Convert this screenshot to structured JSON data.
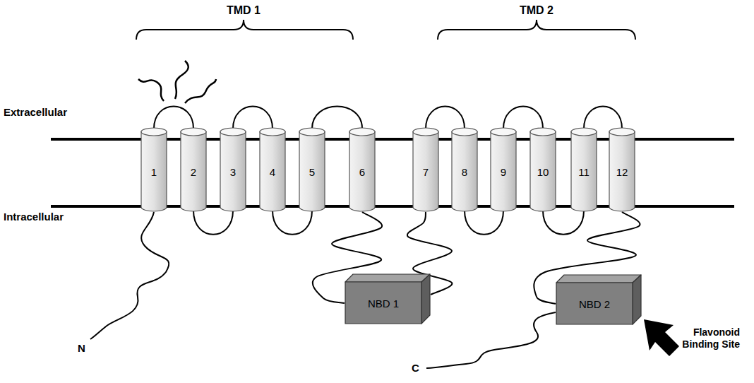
{
  "diagram": {
    "nodes": [
      {
        "text": [
          "1"
        ]
      },
      {
        "text": [
          "2"
        ]
      },
      {
        "text": [
          "3"
        ]
      },
      {
        "text": [
          "4"
        ]
      },
      {
        "text": [
          "5"
        ]
      },
      {
        "text": [
          "6"
        ]
      },
      {
        "text": [
          "7"
        ]
      },
      {
        "text": [
          "8"
        ]
      },
      {
        "text": [
          "9"
        ]
      },
      {
        "text": [
          "10"
        ]
      },
      {
        "text": [
          "11"
        ]
      },
      {
        "text": [
          "12"
        ]
      },
      {
        "text": [
          "NBD 1"
        ]
      },
      {
        "text": [
          "NBD 2"
        ]
      }
    ],
    "edges": [
      {
        "from": 0,
        "to": 1,
        "arrow": "none"
      },
      {
        "from": 1,
        "to": 2,
        "arrow": "none"
      },
      {
        "from": 2,
        "to": 3,
        "arrow": "none"
      },
      {
        "from": 3,
        "to": 4,
        "arrow": "none"
      },
      {
        "from": 4,
        "to": 5,
        "arrow": "none"
      },
      {
        "from": 5,
        "to": 12,
        "arrow": "none"
      },
      {
        "from": 12,
        "to": 6,
        "arrow": "none"
      },
      {
        "from": 6,
        "to": 7,
        "arrow": "none"
      },
      {
        "from": 7,
        "to": 8,
        "arrow": "none"
      },
      {
        "from": 8,
        "to": 9,
        "arrow": "none"
      },
      {
        "from": 9,
        "to": 10,
        "arrow": "none"
      },
      {
        "from": 10,
        "to": 11,
        "arrow": "none"
      },
      {
        "from": 11,
        "to": 13,
        "arrow": "none"
      }
    ],
    "labels": [
      "TMD 1",
      "TMD 2",
      "Extracellular",
      "Intracellular",
      "N",
      "C",
      "Flavonoid Binding Site"
    ]
  }
}
